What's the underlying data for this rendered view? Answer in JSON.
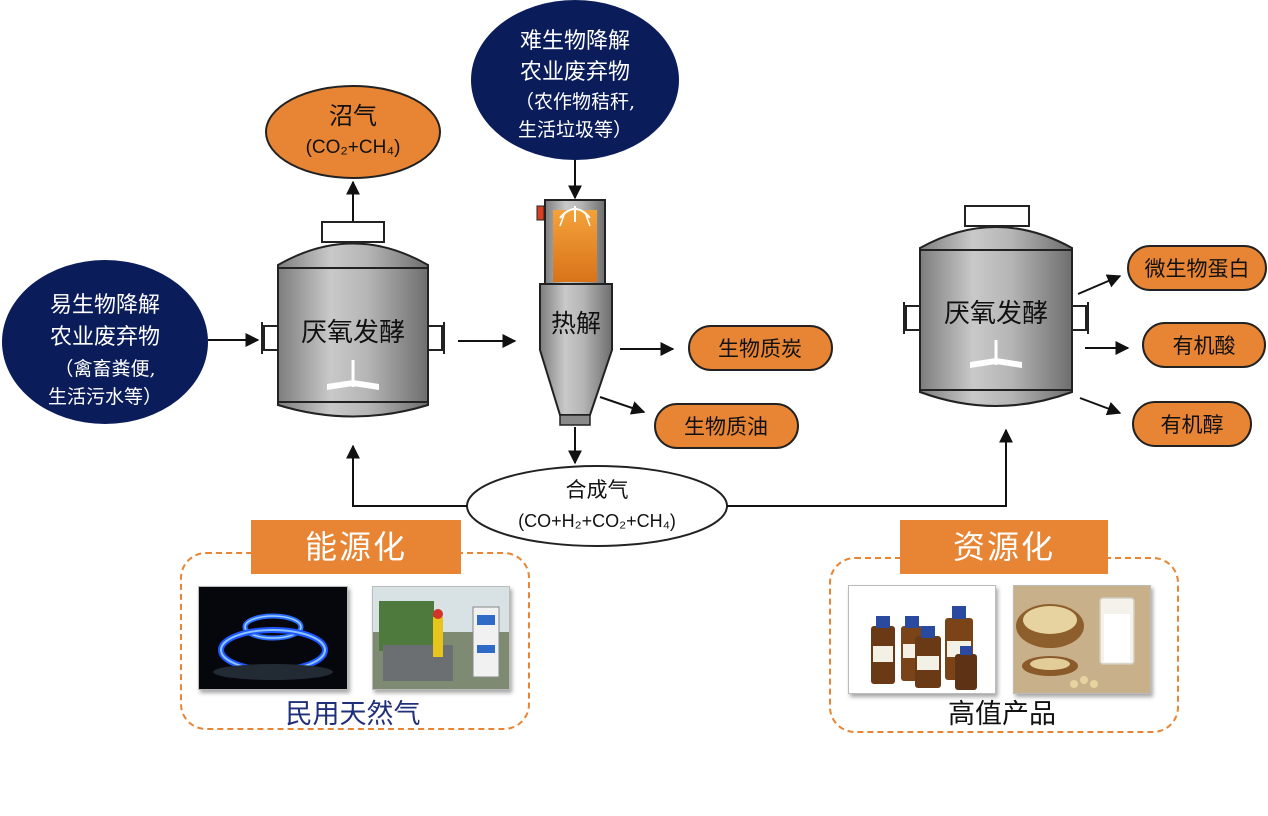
{
  "inputs": {
    "easy": {
      "lines": [
        "易生物降解",
        "农业废弃物",
        "（禽畜粪便,",
        "生活污水等）"
      ]
    },
    "hard": {
      "lines": [
        "难生物降解",
        "农业废弃物",
        "（农作物秸秆,",
        "生活垃圾等）"
      ]
    }
  },
  "biogas": {
    "title": "沼气",
    "formula": "(CO₂+CH₄)"
  },
  "reactor_left": {
    "label": "厌氧发酵"
  },
  "reactor_right": {
    "label": "厌氧发酵"
  },
  "pyrolysis": {
    "label": "热解"
  },
  "products_pyrolysis": [
    "生物质炭",
    "生物质油"
  ],
  "syngas": {
    "title": "合成气",
    "formula": "(CO+H₂+CO₂+CH₄)"
  },
  "products_fermentation": [
    "微生物蛋白",
    "有机酸",
    "有机醇"
  ],
  "energy": {
    "banner": "能源化",
    "caption": "民用天然气"
  },
  "resource": {
    "banner": "资源化",
    "caption": "高值产品"
  },
  "colors": {
    "navy": "#0b1c5a",
    "orange": "#e88534",
    "steel": "#a9a9a9"
  }
}
